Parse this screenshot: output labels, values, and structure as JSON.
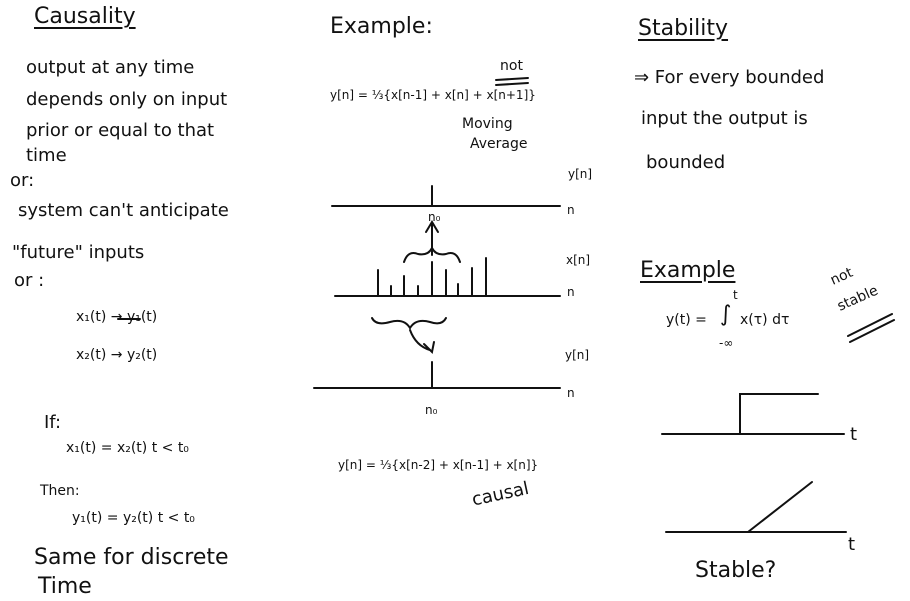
{
  "causality": {
    "title": "Causality",
    "lines": [
      "output at any time",
      "depends only on input",
      "prior or equal to that",
      "time"
    ],
    "or1": "or:",
    "alt1_line1": "system can't anticipate",
    "alt1_line2": "\"future\" inputs",
    "or2": "or :",
    "map1": "x₁(t) → y₁(t)",
    "map2": "x₂(t) → y₂(t)",
    "if_label": "If:",
    "if_eq": "x₁(t) = x₂(t)     t < t₀",
    "then_label": "Then:",
    "then_eq": "y₁(t) = y₂(t)     t < t₀",
    "same1": "Same for discrete",
    "same2": "Time"
  },
  "example": {
    "title": "Example:",
    "eq1": "y[n] = ⅓{x[n-1] + x[n] + x[n+1]}",
    "not_label": "not",
    "moving": "Moving",
    "average": "Average",
    "y_label": "y[n]",
    "n_label": "n",
    "n0_label": "n₀",
    "x_label": "x[n]",
    "eq2": "y[n] = ⅓{x[n-2] + x[n-1] + x[n]}",
    "causal": "causal"
  },
  "stability": {
    "title": "Stability",
    "line1": "⇒ For every bounded",
    "line2": "input the output is",
    "line3": "bounded",
    "example_title": "Example",
    "integral_lhs": "y(t) =",
    "integral_upper": "t",
    "integral_lower": "-∞",
    "integral_body": "x(τ) dτ",
    "not_stable1": "not",
    "not_stable2": "stable",
    "t_label": "t",
    "question": "Stable?"
  }
}
